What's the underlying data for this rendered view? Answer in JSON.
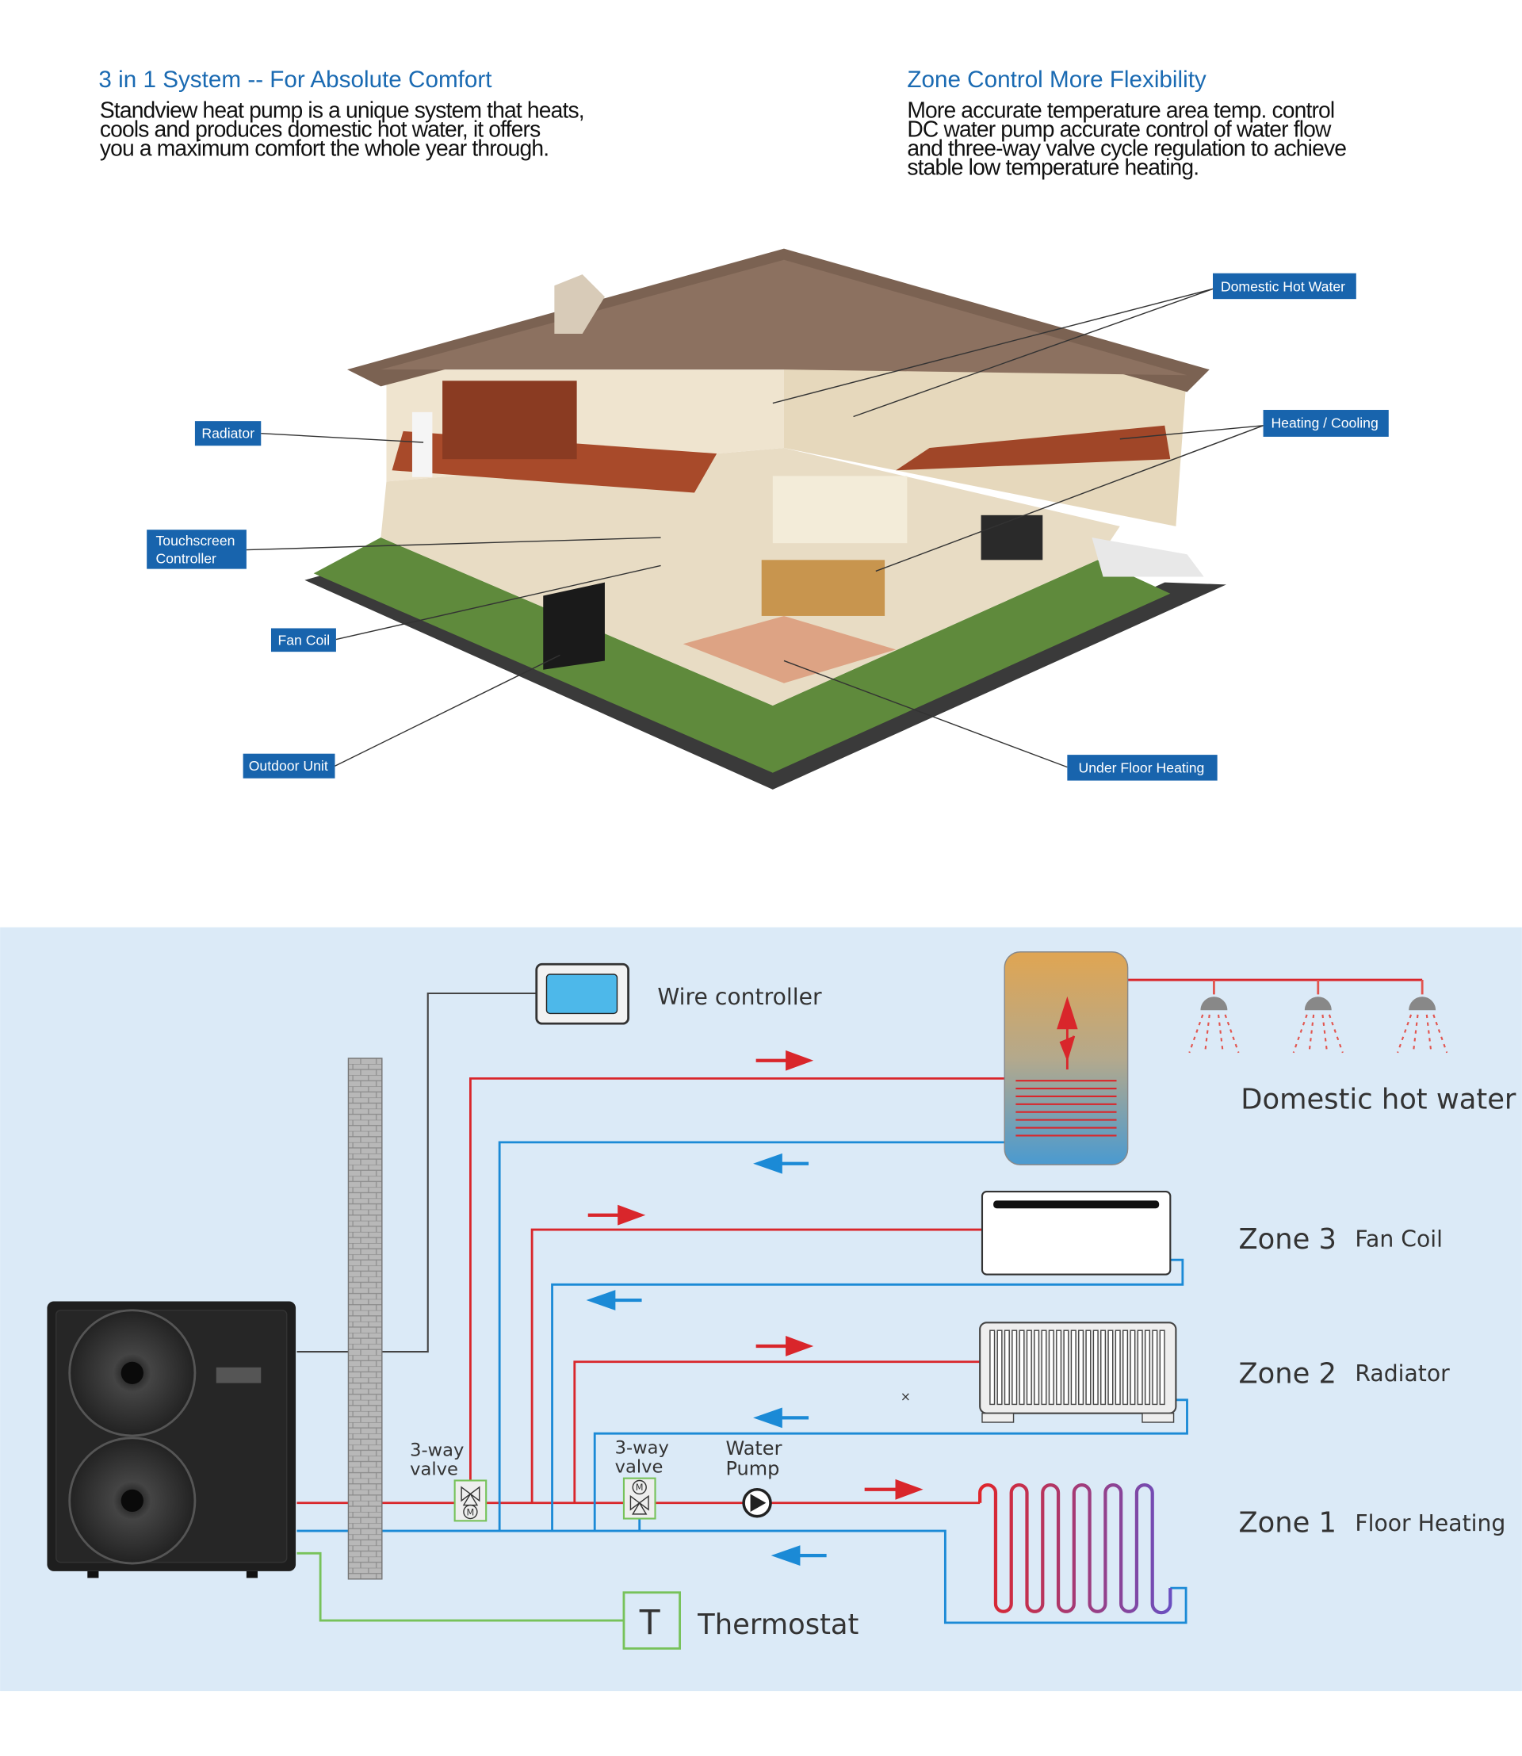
{
  "left_intro": {
    "title": "3 in 1 System -- For Absolute Comfort",
    "lines": [
      "Standview heat pump is a unique system that heats,",
      "cools and produces domestic hot water, it offers",
      "you a maximum comfort the whole year through."
    ]
  },
  "right_intro": {
    "title": "Zone Control More Flexibility",
    "lines": [
      "More accurate temperature area temp. control",
      "DC water pump accurate control of water flow",
      "and three-way valve cycle regulation to achieve",
      "stable low temperature heating."
    ]
  },
  "house_labels": {
    "domestic_hot_water": "Domestic Hot Water",
    "heating_cooling": "Heating / Cooling",
    "radiator": "Radiator",
    "touchscreen_1": "Touchscreen",
    "touchscreen_2": "Controller",
    "fan_coil": "Fan Coil",
    "outdoor_unit": "Outdoor Unit",
    "under_floor_heating": "Under Floor Heating"
  },
  "diagram": {
    "wire_controller": "Wire controller",
    "domestic_hot_water": "Domestic hot water",
    "zones": [
      {
        "zone": "Zone 3",
        "type": "Fan Coil"
      },
      {
        "zone": "Zone 2",
        "type": "Radiator"
      },
      {
        "zone": "Zone 1",
        "type": "Floor Heating"
      }
    ],
    "valve1": [
      "3-way",
      "valve"
    ],
    "valve2": [
      "3-way",
      "valve"
    ],
    "pump": [
      "Water",
      "Pump"
    ],
    "thermostat_symbol": "T",
    "thermostat": "Thermostat",
    "valve_motor": "M",
    "marker": "×",
    "colors": {
      "supply": "#d9262b",
      "return": "#1b8ad6",
      "background": "#dbeaf7",
      "label": "#1864ad"
    }
  }
}
